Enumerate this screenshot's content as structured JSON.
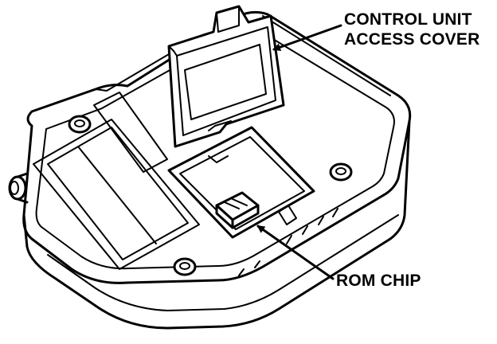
{
  "labels": {
    "cover_line1": "CONTROL UNIT",
    "cover_line2": "ACCESS COVER",
    "rom": "ROM CHIP"
  },
  "colors": {
    "ink": "#000000",
    "background": "#ffffff"
  }
}
